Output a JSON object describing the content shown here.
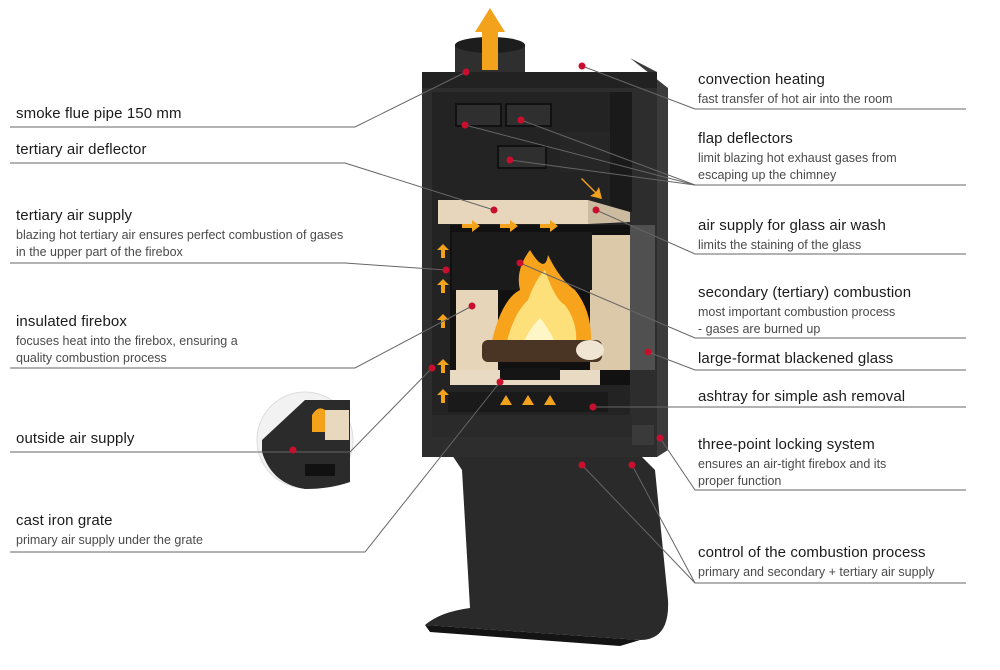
{
  "colors": {
    "stove_body": "#2b2b2b",
    "stove_dark": "#1c1c1c",
    "stove_mid": "#3a3a3a",
    "panel_beige": "#e9d9c0",
    "arrow_orange": "#f3a21c",
    "marker_red": "#c8102e",
    "leader_line": "#555555"
  },
  "left_labels": [
    {
      "title": "smoke flue pipe 150 mm",
      "desc": ""
    },
    {
      "title": "tertiary air deflector",
      "desc": ""
    },
    {
      "title": "tertiary air supply",
      "desc": "blazing hot tertiary air ensures perfect combustion of gases in the upper part of the firebox"
    },
    {
      "title": "insulated firebox",
      "desc": "focuses heat into the firebox, ensuring a quality combustion process"
    },
    {
      "title": "outside air supply",
      "desc": ""
    },
    {
      "title": "cast iron grate",
      "desc": "primary air supply under the grate"
    }
  ],
  "right_labels": [
    {
      "title": "convection heating",
      "desc": "fast transfer of hot air into the room"
    },
    {
      "title": "flap deflectors",
      "desc": "limit blazing hot exhaust gases from escaping up the chimney"
    },
    {
      "title": "air supply for glass air wash",
      "desc": "limits the staining of the glass"
    },
    {
      "title": "secondary (tertiary) combustion",
      "desc": "most important combustion process - gases are burned up"
    },
    {
      "title": "large-format blackened glass",
      "desc": ""
    },
    {
      "title": "ashtray for simple ash removal",
      "desc": ""
    },
    {
      "title": "three-point locking system",
      "desc": "ensures an air-tight firebox and its proper function"
    },
    {
      "title": "control of the combustion process",
      "desc": "primary and secondary + tertiary air supply"
    }
  ]
}
